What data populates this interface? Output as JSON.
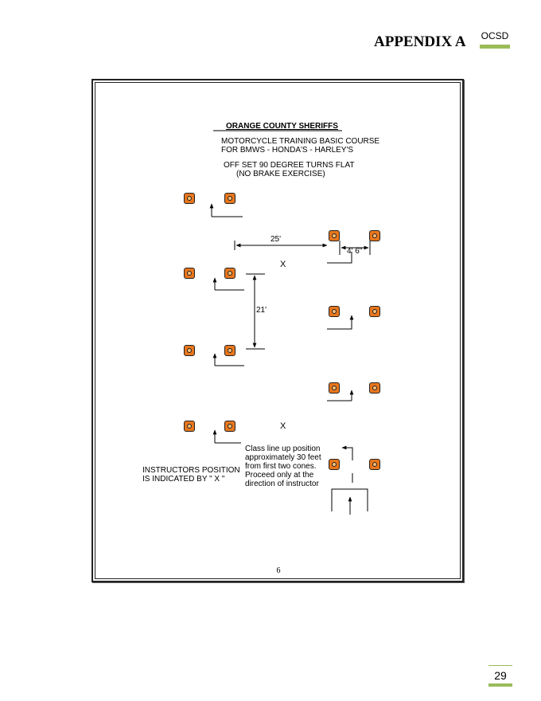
{
  "header": {
    "appendix": "APPENDIX A",
    "org": "OCSD"
  },
  "diagram": {
    "title": "ORANGE COUNTY SHERIFFS",
    "line1": "MOTORCYCLE TRAINING BASIC COURSE",
    "line2": "FOR BMWS - HONDA'S - HARLEY'S",
    "line3": "OFF SET 90 DEGREE TURNS FLAT",
    "line4": "(NO BRAKE EXERCISE)",
    "dim_25": "25'",
    "dim_46": "4' 6\"",
    "dim_21": "21'",
    "marker_x": "X",
    "instructor_note": [
      "INSTRUCTORS POSITION",
      "IS INDICATED BY \" X \""
    ],
    "lineup_note": [
      "Class line up position",
      "approximately 30 feet",
      "from first two cones.",
      "Proceed only at the",
      "direction of instructor"
    ],
    "inner_page_number": "6"
  },
  "footer": {
    "page_number": "29"
  },
  "colors": {
    "accent": "#9bbb59",
    "cone": "#e8761c"
  }
}
